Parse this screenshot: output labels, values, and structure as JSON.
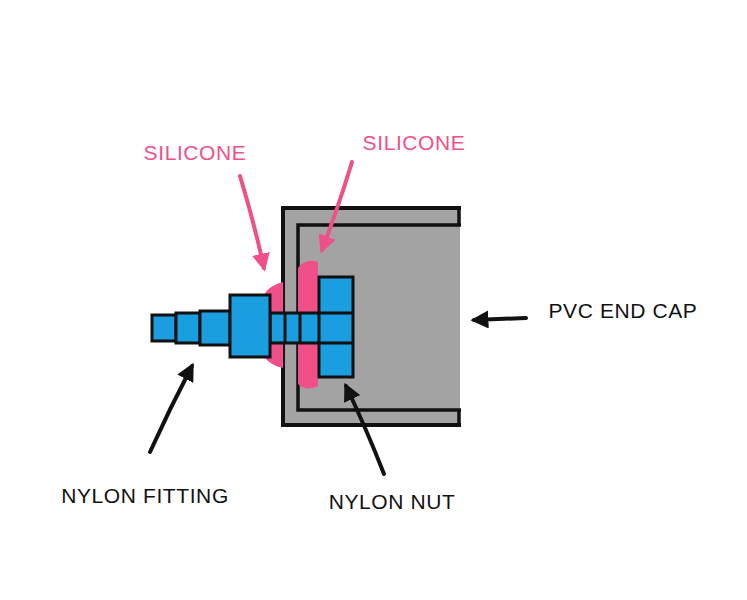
{
  "diagram": {
    "labels": [
      "SILICONE",
      "SILICONE",
      "PVC END CAP",
      "NYLON FITTING",
      "NYLON NUT"
    ]
  }
}
